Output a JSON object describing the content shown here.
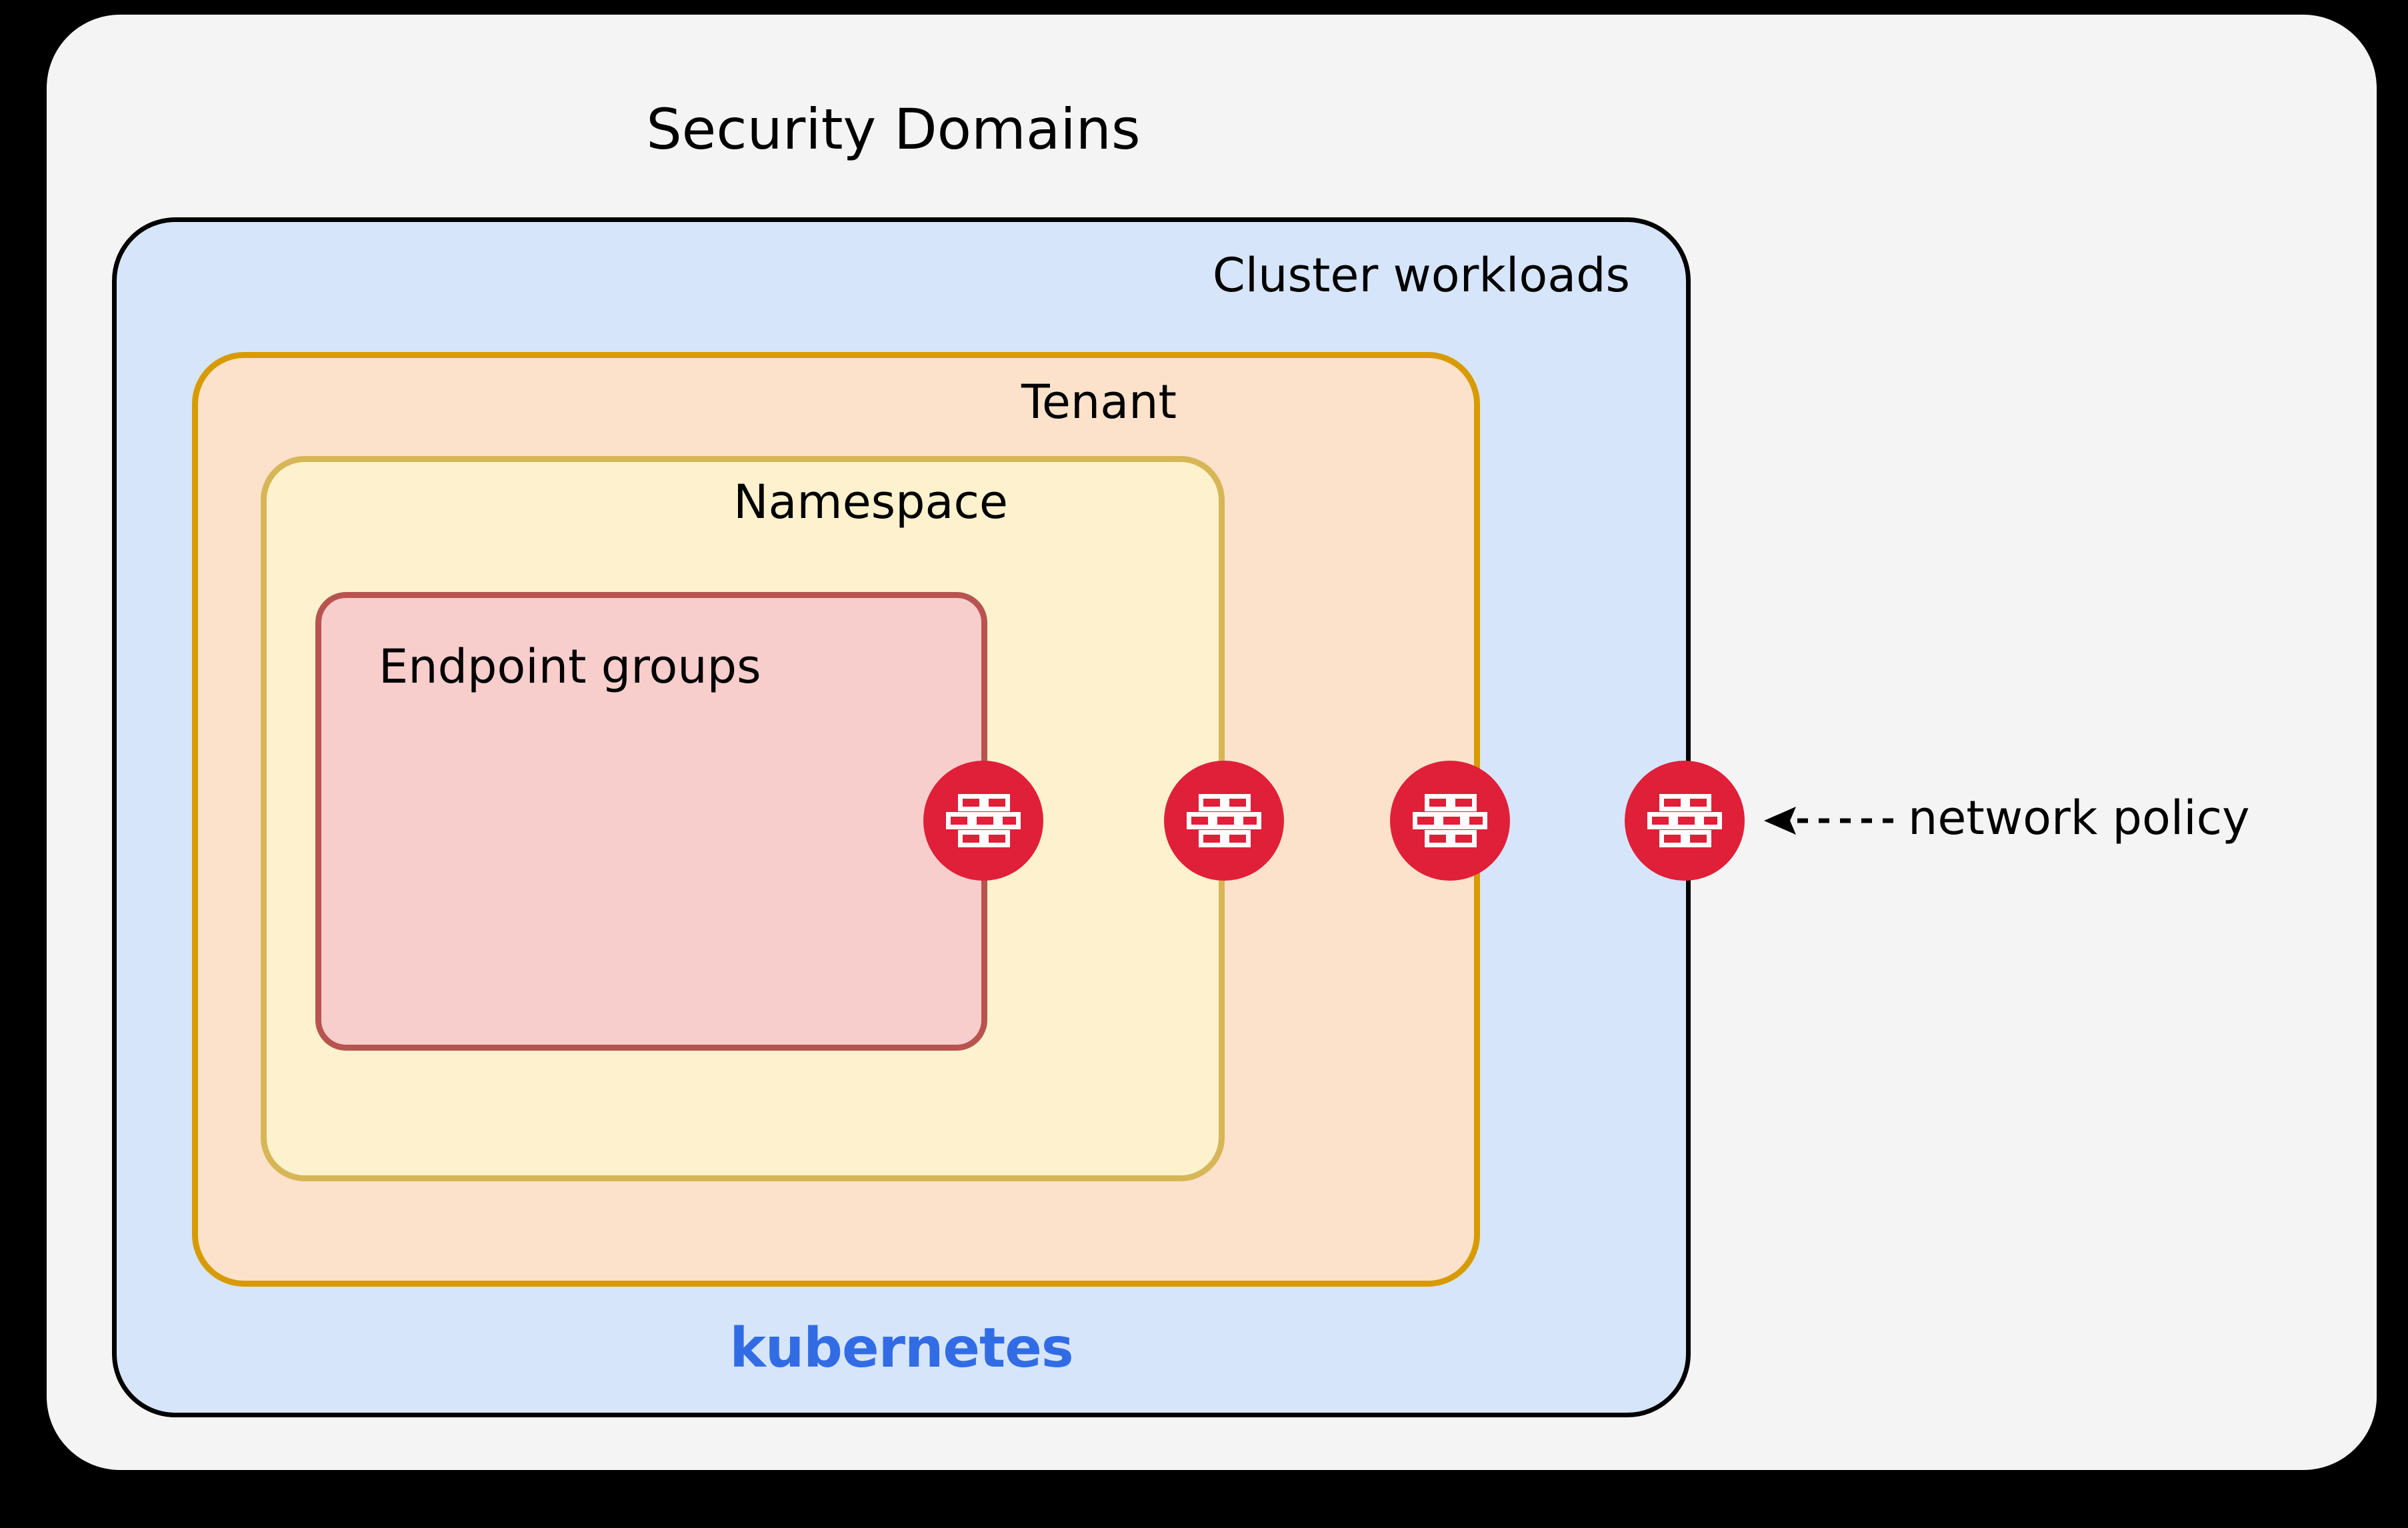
{
  "diagram": {
    "title": "Security Domains",
    "type": "nested-containment",
    "background_color": "#000000",
    "layers": [
      {
        "key": "security_domains",
        "label": "Security Domains",
        "fill": "#F4F4F4",
        "stroke": "none",
        "level": 0
      },
      {
        "key": "cluster_workloads",
        "label": "Cluster workloads",
        "fill": "#D6E5FA",
        "stroke": "#000000",
        "level": 1
      },
      {
        "key": "tenant",
        "label": "Tenant",
        "fill": "#FCE2CB",
        "stroke": "#D79B00",
        "level": 2
      },
      {
        "key": "namespace",
        "label": "Namespace",
        "fill": "#FDF2CD",
        "stroke": "#D6B656",
        "level": 3
      },
      {
        "key": "endpoint_groups",
        "label": "Endpoint groups",
        "fill": "#F7CECC",
        "stroke": "#B85450",
        "level": 4
      }
    ],
    "brand": {
      "label": "kubernetes",
      "color": "#326CE5"
    },
    "annotation": {
      "label": "network policy",
      "arrow": "dashed-arrow-left",
      "points_to": "firewall-markers"
    },
    "markers": {
      "icon": "firewall-brick-icon",
      "color": "#E01F38",
      "glyph_color": "#FFFFFF",
      "count": 4,
      "placed_on_boundaries": [
        "endpoint_groups",
        "namespace",
        "tenant",
        "cluster_workloads"
      ]
    }
  }
}
